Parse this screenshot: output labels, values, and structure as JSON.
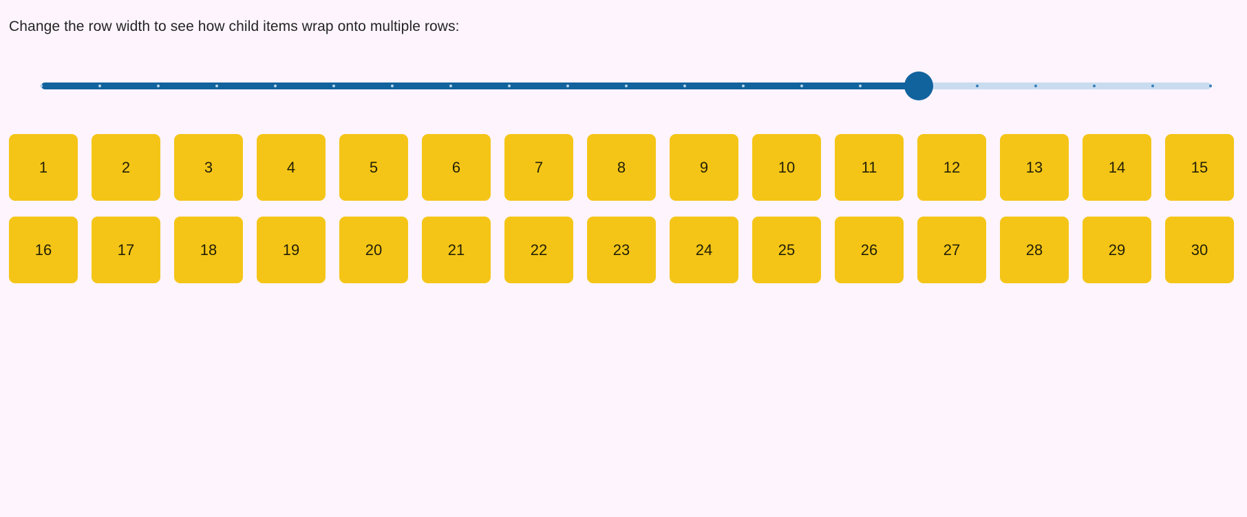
{
  "page": {
    "background_color": "#fdf4fd",
    "caption": "Change the row width to see how child items wrap onto multiple rows:"
  },
  "slider": {
    "name": "row-width-slider",
    "orientation": "horizontal",
    "min": 0,
    "max": 20,
    "step": 1,
    "value": 15,
    "tick_count": 21,
    "value_label": "15",
    "track_color": "#c9dcef",
    "fill_color": "#11639e",
    "thumb_color": "#11639e",
    "tick_on_fill_color": "#b9d4ea",
    "tick_on_rail_color": "#3a7fba"
  },
  "tiles": {
    "per_row": 15,
    "total": 30,
    "tile_color": "#f4c517",
    "tile_text_color": "#221f06",
    "items": [
      "1",
      "2",
      "3",
      "4",
      "5",
      "6",
      "7",
      "8",
      "9",
      "10",
      "11",
      "12",
      "13",
      "14",
      "15",
      "16",
      "17",
      "18",
      "19",
      "20",
      "21",
      "22",
      "23",
      "24",
      "25",
      "26",
      "27",
      "28",
      "29",
      "30"
    ]
  }
}
